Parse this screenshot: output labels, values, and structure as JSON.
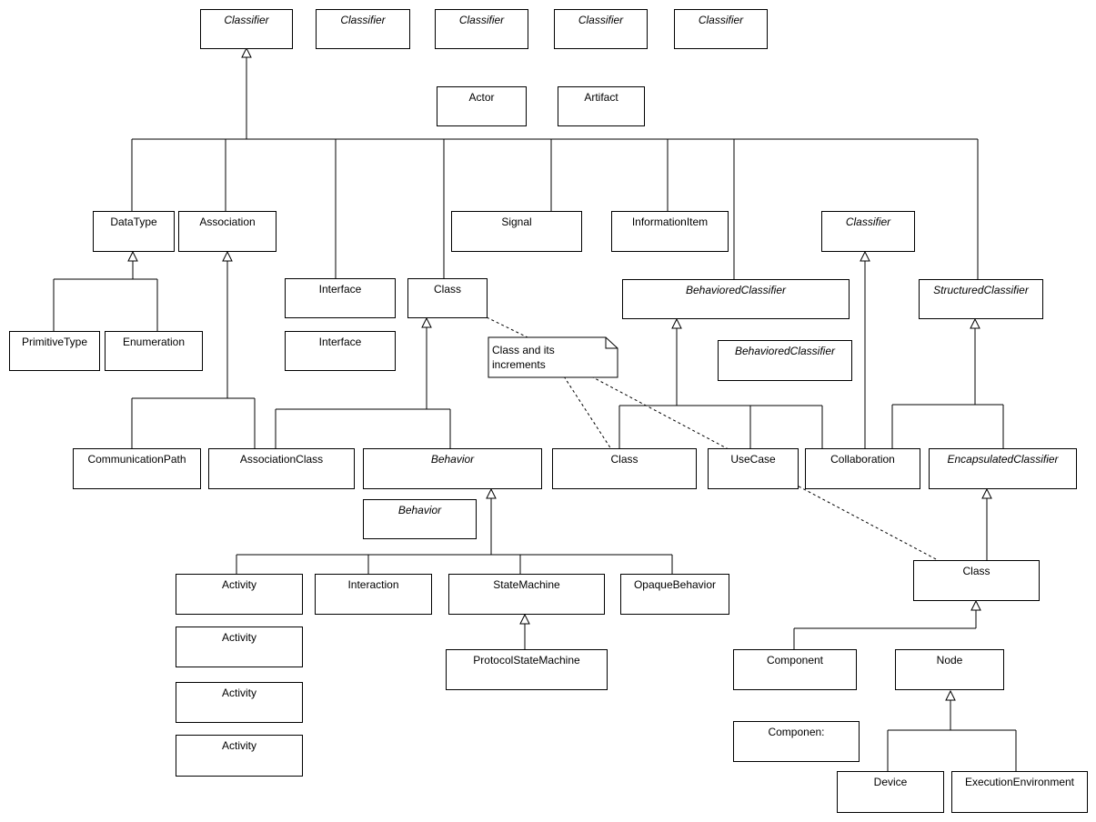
{
  "classes": {
    "classifier_1": "Classifier",
    "classifier_2": "Classifier",
    "classifier_3": "Classifier",
    "classifier_4": "Classifier",
    "classifier_5": "Classifier",
    "actor": "Actor",
    "artifact": "Artifact",
    "datatype": "DataType",
    "association": "Association",
    "interface_1": "Interface",
    "interface_2": "Interface",
    "class_1": "Class",
    "signal": "Signal",
    "informationitem": "InformationItem",
    "classifier_6": "Classifier",
    "behavioredclassifier_1": "BehavioredClassifier",
    "behavioredclassifier_2": "BehavioredClassifier",
    "structuredclassifier": "StructuredClassifier",
    "primitivetype": "PrimitiveType",
    "enumeration": "Enumeration",
    "communicationpath": "CommunicationPath",
    "associationclass": "AssociationClass",
    "behavior_1": "Behavior",
    "behavior_2": "Behavior",
    "class_2": "Class",
    "usecase": "UseCase",
    "collaboration": "Collaboration",
    "encapsulatedclassifier": "EncapsulatedClassifier",
    "activity_1": "Activity",
    "activity_2": "Activity",
    "activity_3": "Activity",
    "activity_4": "Activity",
    "interaction": "Interaction",
    "statemachine": "StateMachine",
    "opaquebehavior": "OpaqueBehavior",
    "protocolstatemachine": "ProtocolStateMachine",
    "class_3": "Class",
    "component_1": "Component",
    "component_2": "Componen:",
    "node": "Node",
    "device": "Device",
    "executionenvironment": "ExecutionEnvironment"
  },
  "note": {
    "line1": "Class and its",
    "line2": "increments"
  },
  "colors": {
    "stroke": "#000000",
    "background": "#ffffff"
  }
}
